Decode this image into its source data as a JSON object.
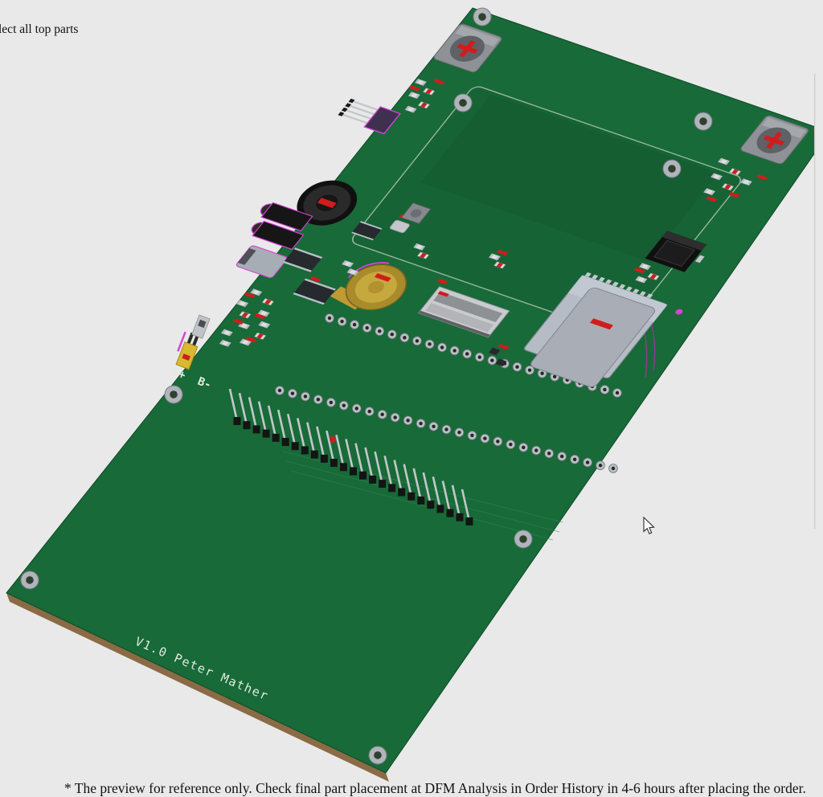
{
  "viewer": {
    "top_label": "lect all top parts",
    "footer_note": "* The preview for reference only. Check final part placement at DFM Analysis in Order History in 4-6 hours after placing the order."
  },
  "pcb": {
    "silkscreen": {
      "version_author": "V1.0 Peter Mather",
      "battery_plus": "B+",
      "battery_minus": "B-"
    },
    "colors": {
      "board_green": "#186a38",
      "board_edge": "#8a6b46",
      "silkscreen_white": "#e3eae1",
      "highlight_magenta": "#d743d7",
      "marker_red": "#cf1d1d",
      "pad_silver": "#b9bfc6",
      "background": "#e9e9e9"
    },
    "components": [
      "buzzer",
      "buzzer",
      "4-pin programming header",
      "rotary encoder knob",
      "audio jack",
      "audio jack",
      "micro-USB connector",
      "coin cell battery holder",
      "SOIC ICs",
      "FFC/FPC connector",
      "micro SD card slot",
      "power connector",
      "male pin header row",
      "through-hole pad rows",
      "battery jumper",
      "mounting holes"
    ]
  }
}
